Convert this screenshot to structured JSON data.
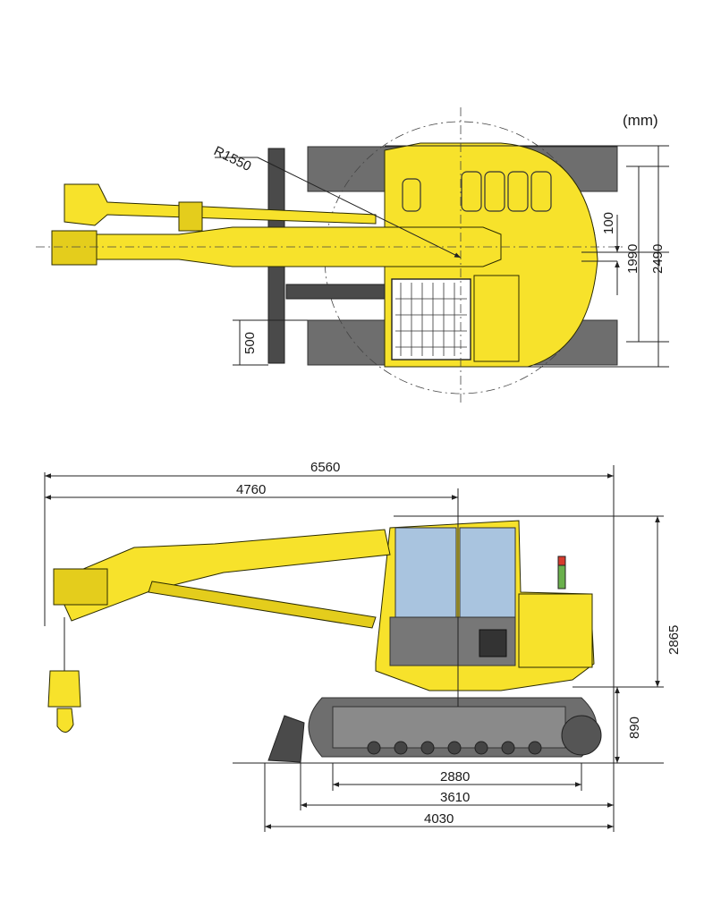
{
  "units": "(mm)",
  "top_view": {
    "radius_label": "R1550",
    "dim_100": "100",
    "dim_1990": "1990",
    "dim_2490": "2490",
    "dim_500": "500"
  },
  "side_view": {
    "dim_6560": "6560",
    "dim_4760": "4760",
    "dim_2865": "2865",
    "dim_890": "890",
    "dim_2880": "2880",
    "dim_3610": "3610",
    "dim_4030": "4030"
  },
  "colors": {
    "body": "#f7e22b",
    "track": "#6e6e6e",
    "glass": "#a9c4df"
  }
}
